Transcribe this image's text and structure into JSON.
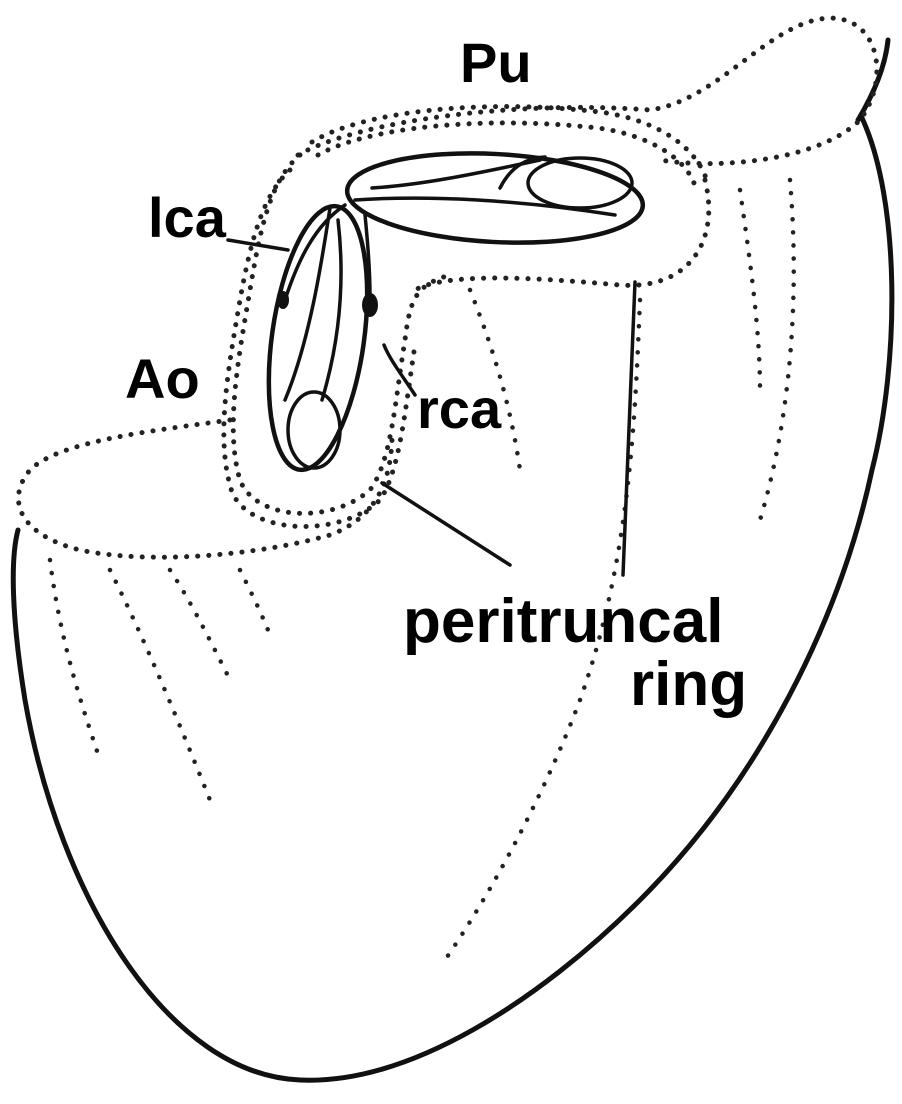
{
  "labels": {
    "pu": "Pu",
    "lca": "lca",
    "ao": "Ao",
    "rca": "rca",
    "peritruncal_line1": "peritruncal",
    "peritruncal_line2": "ring"
  }
}
